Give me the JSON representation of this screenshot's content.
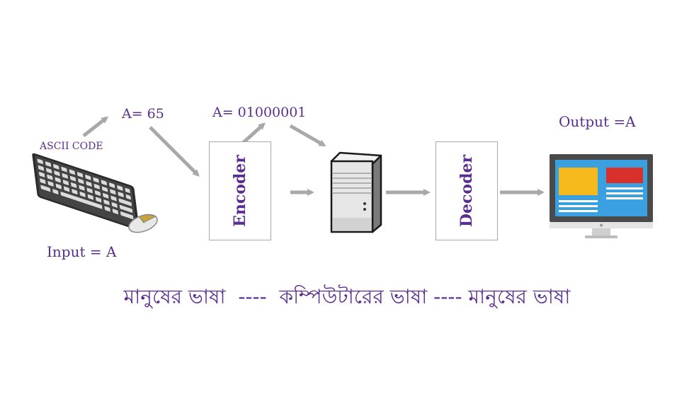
{
  "labels": {
    "ascii_code": "ASCII CODE",
    "a_decimal": "A= 65",
    "a_binary": "A= 01000001",
    "input": "Input = A",
    "output": "Output =A"
  },
  "boxes": {
    "encoder": "Encoder",
    "decoder": "Decoder"
  },
  "bottom_caption": "মানুষের ভাষা  ----  কম্পিউটারের ভাষা ---- মানুষের ভাষা",
  "icons": [
    "keyboard-icon",
    "mouse-icon",
    "server-icon",
    "monitor-icon"
  ],
  "colors": {
    "text": "#5a2d91",
    "arrow": "#a8a8a8",
    "screen_blue": "#3aa0e0",
    "screen_yellow": "#f6b91c",
    "screen_red": "#d9302c"
  }
}
